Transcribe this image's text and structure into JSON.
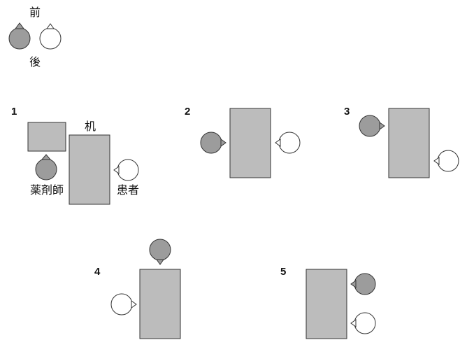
{
  "legend": {
    "front": "前",
    "back": "後"
  },
  "diagrams": [
    {
      "number": "1",
      "desk_label": "机",
      "pharmacist_label": "薬剤師",
      "patient_label": "患者"
    },
    {
      "number": "2"
    },
    {
      "number": "3"
    },
    {
      "number": "4"
    },
    {
      "number": "5"
    }
  ],
  "colors": {
    "pharmacist": "#9c9c9c",
    "patient": "#ffffff",
    "desk": "#bcbcbc"
  }
}
